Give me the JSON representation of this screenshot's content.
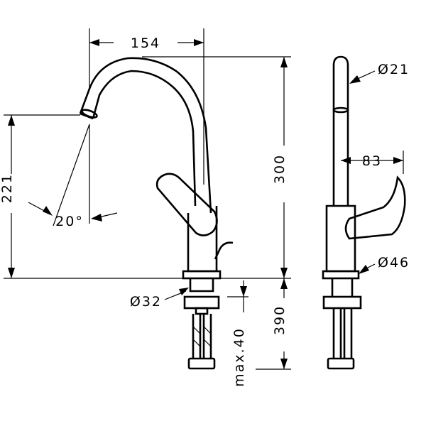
{
  "dimensions": {
    "spout_reach": "154",
    "spout_height": "221",
    "total_height": "300",
    "spout_angle": "20°",
    "spout_diameter": "Ø21",
    "handle_projection": "83",
    "body_diameter": "Ø46",
    "hole_diameter": "Ø32",
    "hose_length": "390",
    "max_thickness": "max.40"
  },
  "colors": {
    "ink": "#000000",
    "paper": "#ffffff"
  }
}
